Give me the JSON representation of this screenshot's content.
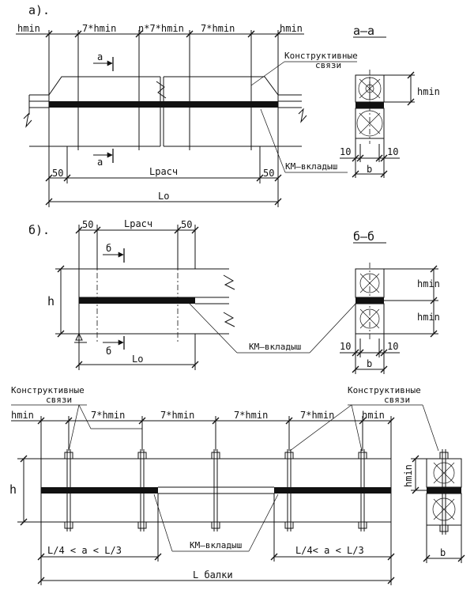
{
  "panel_a": {
    "caption": "а).",
    "section_title": "а–а",
    "dims_top": [
      "hmin",
      "7*hmin",
      "n*7*hmin",
      "7*hmin",
      "hmin"
    ],
    "dim_50_left": "50",
    "dim_50_right": "50",
    "dim_span": "Lрасч",
    "dim_total": "Lo",
    "cut_mark": "а",
    "label_ties_1": "Конструктивные",
    "label_ties_2": "связи",
    "label_insert": "КМ–вкладыш",
    "sec_h": "hmin",
    "sec_10_left": "10",
    "sec_10_right": "10",
    "sec_b": "b"
  },
  "panel_b": {
    "caption": "б).",
    "section_title": "б–б",
    "dim_50_left": "50",
    "dim_50_right": "50",
    "dim_span": "Lрасч",
    "dim_total": "Lo",
    "dim_h": "h",
    "cut_mark": "б",
    "label_insert": "КМ–вкладыш",
    "sec_h_top": "hmin",
    "sec_h_bottom": "hmin",
    "sec_10_left": "10",
    "sec_10_right": "10",
    "sec_b": "b"
  },
  "panel_c": {
    "label_ties_left_1": "Конструктивные",
    "label_ties_left_2": "связи",
    "label_ties_right_1": "Конструктивные",
    "label_ties_right_2": "связи",
    "dims_top": [
      "hmin",
      "7*hmin",
      "7*hmin",
      "7*hmin",
      "7*hmin",
      "hmin"
    ],
    "dim_h": "h",
    "range_left": "L/4 < a < L/3",
    "range_right": "L/4< a < L/3",
    "label_insert": "КМ–вкладыш",
    "dim_total": "L балки",
    "sec_h": "hmin",
    "sec_b": "b"
  }
}
